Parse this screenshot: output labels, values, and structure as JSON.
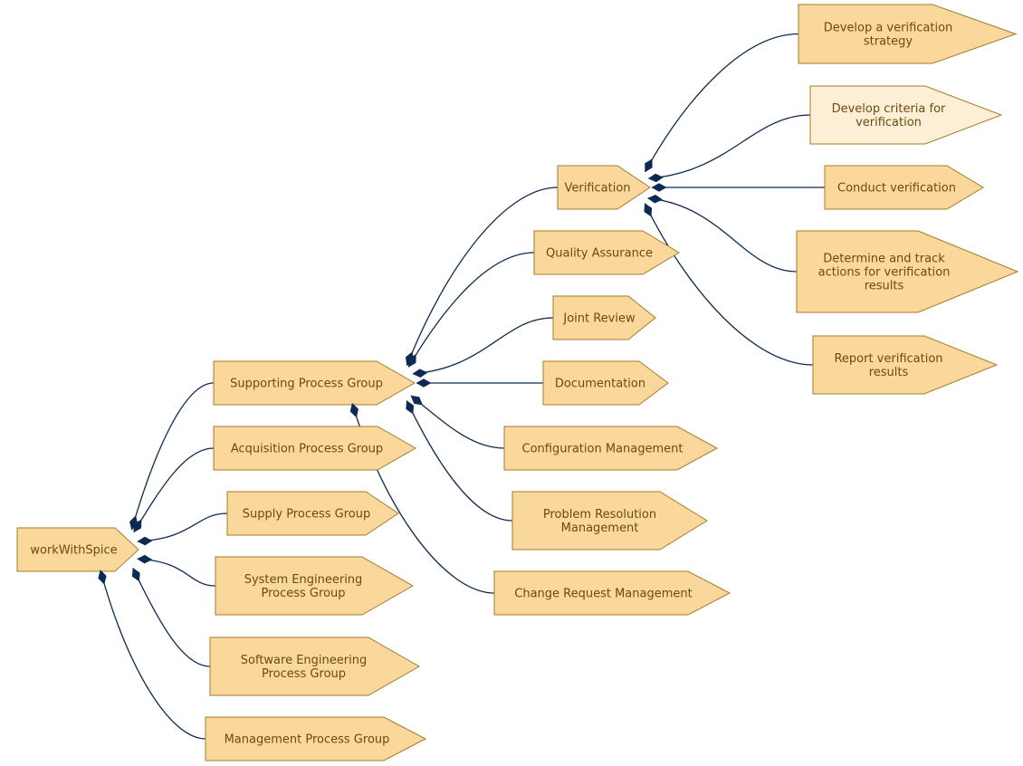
{
  "colors": {
    "node_fill": "#fad79b",
    "node_fill_light": "#fdefd6",
    "node_stroke": "#a87a2a",
    "edge": "#0d2a52",
    "text": "#6b4a10"
  },
  "nodes": {
    "root": {
      "lines": [
        "workWithSpice"
      ]
    },
    "support": {
      "lines": [
        "Supporting Process Group"
      ]
    },
    "acq": {
      "lines": [
        "Acquisition Process Group"
      ]
    },
    "supply": {
      "lines": [
        "Supply Process Group"
      ]
    },
    "syseng": {
      "lines": [
        "System Engineering",
        "Process Group"
      ]
    },
    "sweng": {
      "lines": [
        "Software Engineering",
        "Process Group"
      ]
    },
    "mgmt": {
      "lines": [
        "Management Process Group"
      ]
    },
    "verif": {
      "lines": [
        "Verification"
      ]
    },
    "qa": {
      "lines": [
        "Quality Assurance"
      ]
    },
    "joint": {
      "lines": [
        "Joint Review"
      ]
    },
    "doc": {
      "lines": [
        "Documentation"
      ]
    },
    "config": {
      "lines": [
        "Configuration Management"
      ]
    },
    "problem": {
      "lines": [
        "Problem Resolution",
        "Management"
      ]
    },
    "change": {
      "lines": [
        "Change Request Management"
      ]
    },
    "v_strategy": {
      "lines": [
        "Develop a verification",
        "strategy"
      ]
    },
    "v_criteria": {
      "lines": [
        "Develop criteria for",
        "verification"
      ],
      "highlight": true
    },
    "v_conduct": {
      "lines": [
        "Conduct verification"
      ]
    },
    "v_determine": {
      "lines": [
        "Determine and track",
        "actions for verification",
        "results"
      ]
    },
    "v_report": {
      "lines": [
        "Report verification",
        "results"
      ]
    }
  },
  "edges": [
    {
      "from": "root",
      "to": "support"
    },
    {
      "from": "root",
      "to": "acq"
    },
    {
      "from": "root",
      "to": "supply"
    },
    {
      "from": "root",
      "to": "syseng"
    },
    {
      "from": "root",
      "to": "sweng"
    },
    {
      "from": "root",
      "to": "mgmt"
    },
    {
      "from": "support",
      "to": "verif"
    },
    {
      "from": "support",
      "to": "qa"
    },
    {
      "from": "support",
      "to": "joint"
    },
    {
      "from": "support",
      "to": "doc"
    },
    {
      "from": "support",
      "to": "config"
    },
    {
      "from": "support",
      "to": "problem"
    },
    {
      "from": "support",
      "to": "change"
    },
    {
      "from": "verif",
      "to": "v_strategy"
    },
    {
      "from": "verif",
      "to": "v_criteria"
    },
    {
      "from": "verif",
      "to": "v_conduct"
    },
    {
      "from": "verif",
      "to": "v_determine"
    },
    {
      "from": "verif",
      "to": "v_report"
    }
  ]
}
